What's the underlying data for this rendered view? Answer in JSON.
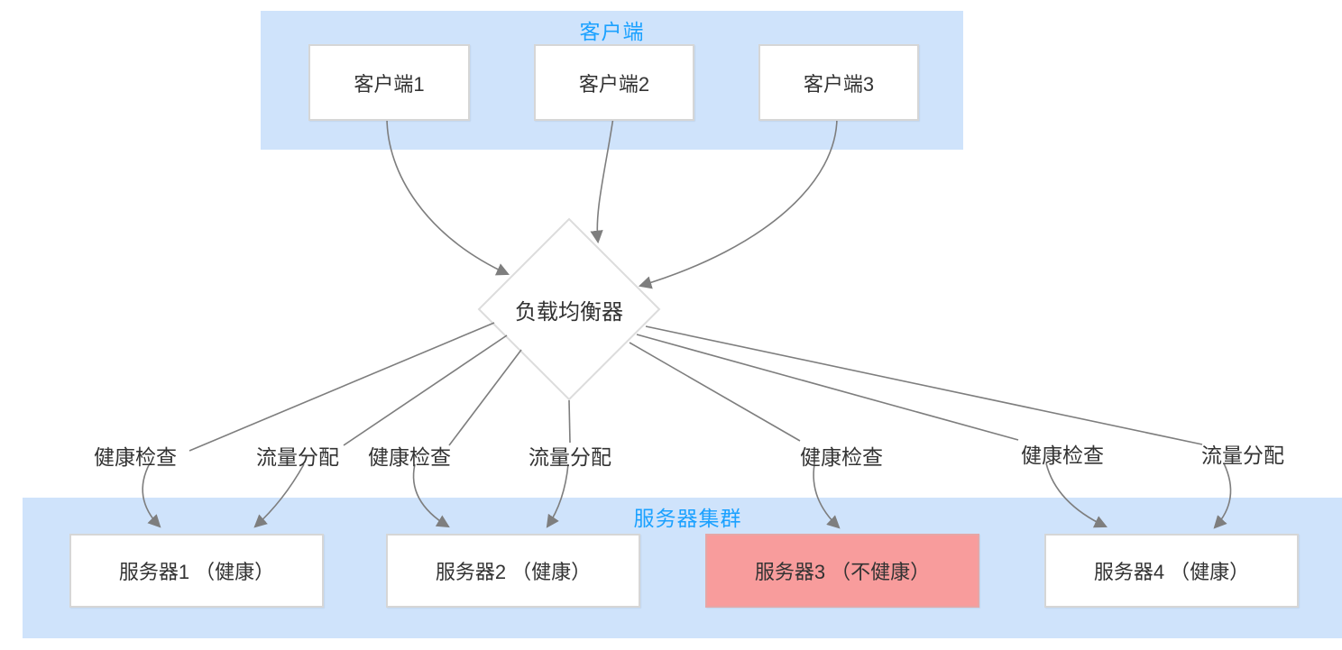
{
  "colors": {
    "group_fill": "#cfe3fb",
    "group_title_text": "#1ba1ff",
    "node_fill": "#ffffff",
    "node_border": "#d6d6d6",
    "unhealthy_node_fill": "#f89c9c",
    "arrow": "#7e7e7e",
    "text": "#333333"
  },
  "clients_group": {
    "title": "客户端",
    "items": [
      {
        "label": "客户端1"
      },
      {
        "label": "客户端2"
      },
      {
        "label": "客户端3"
      }
    ]
  },
  "load_balancer": {
    "label": "负载均衡器"
  },
  "servers_group": {
    "title": "服务器集群",
    "items": [
      {
        "label": "服务器1 （健康）",
        "status": "healthy"
      },
      {
        "label": "服务器2 （健康）",
        "status": "healthy"
      },
      {
        "label": "服务器3 （不健康）",
        "status": "unhealthy"
      },
      {
        "label": "服务器4 （健康）",
        "status": "healthy"
      }
    ]
  },
  "edges": [
    {
      "label": "健康检查",
      "from": "负载均衡器",
      "to": "服务器1"
    },
    {
      "label": "流量分配",
      "from": "负载均衡器",
      "to": "服务器1"
    },
    {
      "label": "健康检查",
      "from": "负载均衡器",
      "to": "服务器2"
    },
    {
      "label": "流量分配",
      "from": "负载均衡器",
      "to": "服务器2"
    },
    {
      "label": "健康检查",
      "from": "负载均衡器",
      "to": "服务器3"
    },
    {
      "label": "健康检查",
      "from": "负载均衡器",
      "to": "服务器4"
    },
    {
      "label": "流量分配",
      "from": "负载均衡器",
      "to": "服务器4"
    }
  ]
}
